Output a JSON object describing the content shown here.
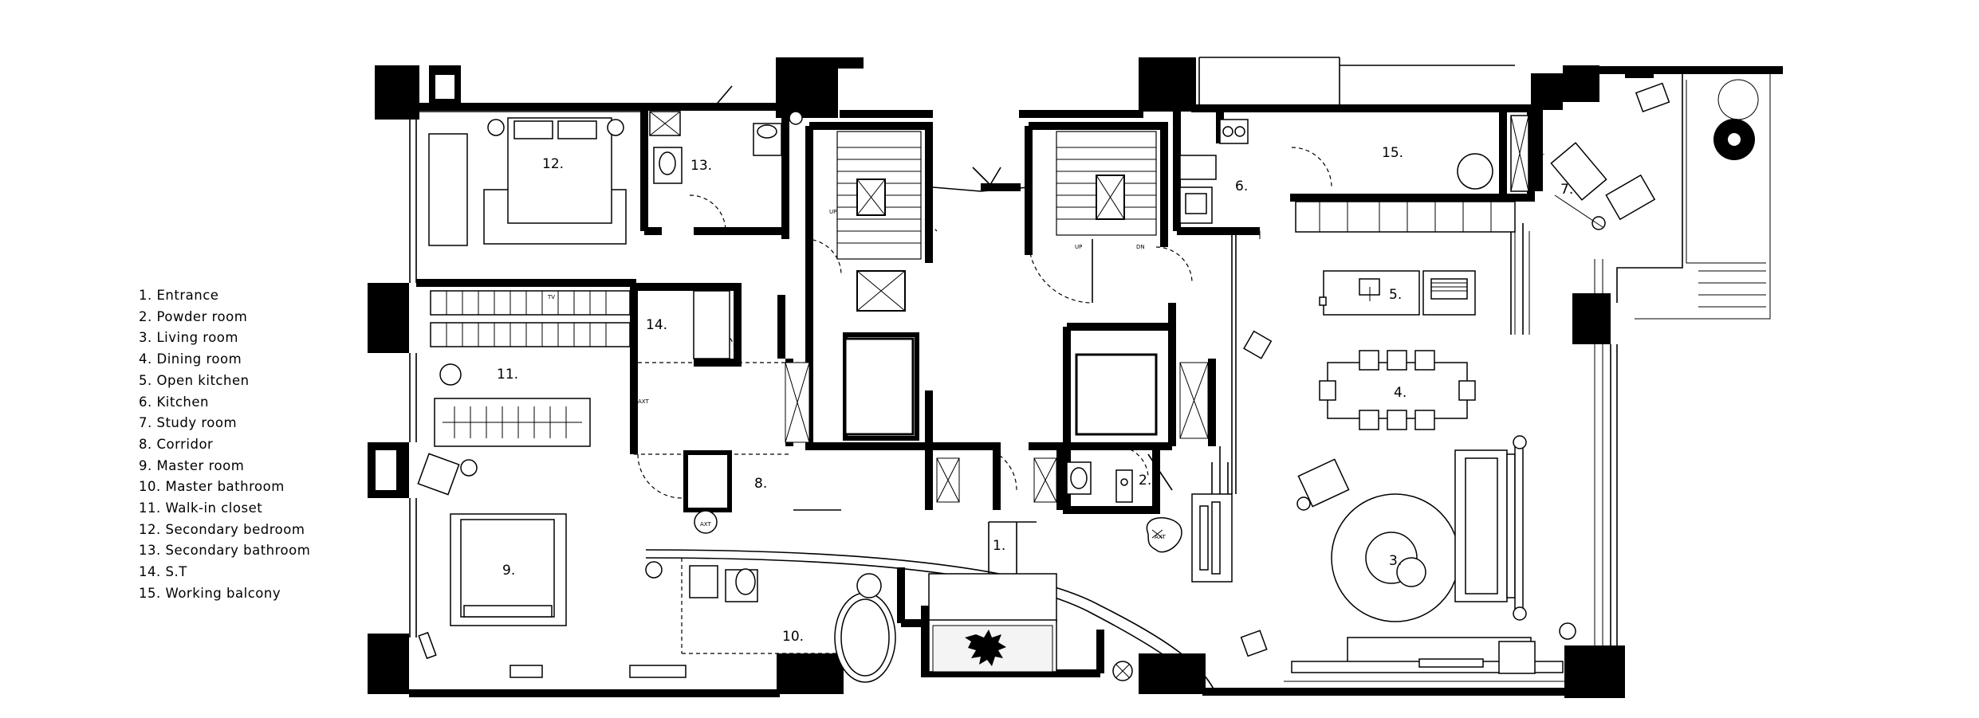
{
  "legend": [
    "1. Entrance",
    "2. Powder room",
    "3. Living room",
    "4. Dining room",
    "5. Open kitchen",
    "6. Kitchen",
    "7. Study room",
    "8. Corridor",
    "9. Master room",
    "10. Master bathroom",
    "11. Walk-in closet",
    "12. Secondary bedroom",
    "13. Secondary bathroom",
    "14. S.T",
    "15. Working balcony"
  ],
  "room_numbers": {
    "r1": "1.",
    "r2": "2.",
    "r3": "3.",
    "r4": "4.",
    "r5": "5.",
    "r6": "6.",
    "r7": "7.",
    "r8": "8.",
    "r9": "9.",
    "r10": "10.",
    "r11": "11.",
    "r12": "12.",
    "r13": "13.",
    "r14": "14.",
    "r15": "15."
  },
  "tags": {
    "up": "UP",
    "dn": "DN",
    "axt": "AXT",
    "tv": "TV"
  }
}
